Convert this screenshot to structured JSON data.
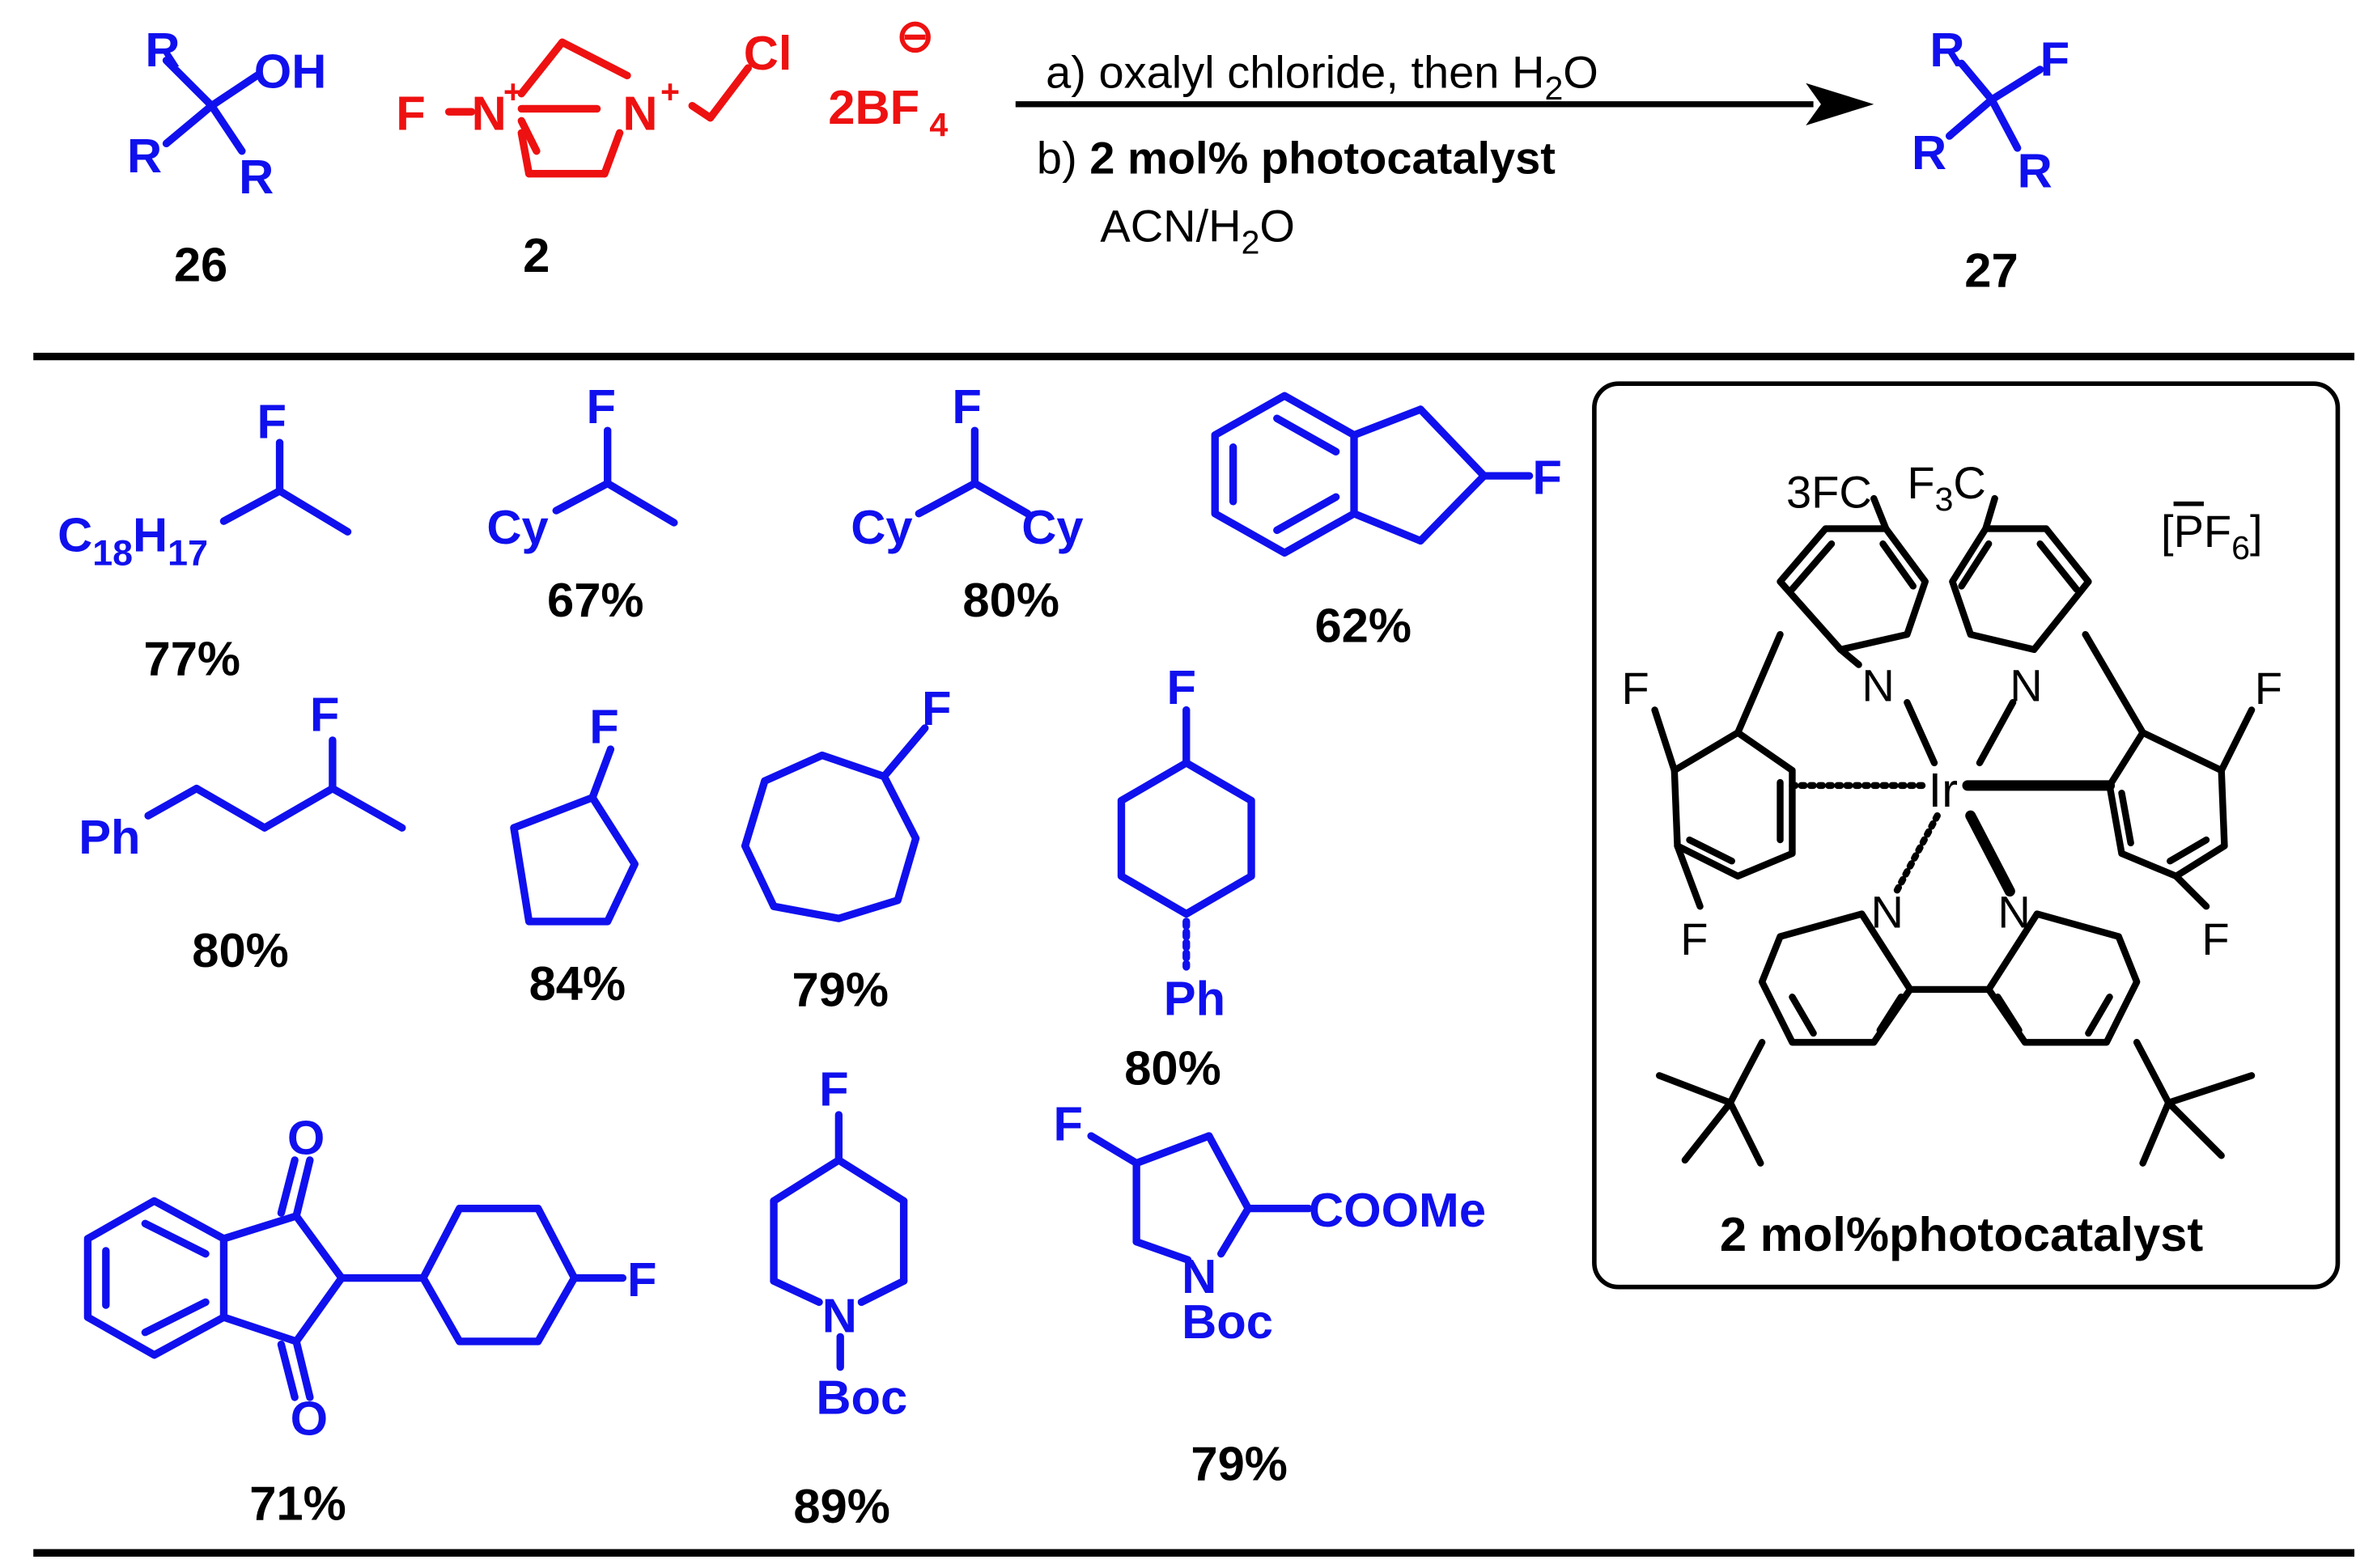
{
  "colors": {
    "substrate": "#1010ee",
    "reagent": "#ee1111",
    "ink": "#000000"
  },
  "reaction": {
    "starting_material": {
      "id": "26",
      "group_r": "R",
      "group_oh": "OH"
    },
    "fluorinating_reagent": {
      "id": "2",
      "f": "F",
      "n": "N",
      "plus": "+",
      "cl": "Cl",
      "counterion": "2BF",
      "counterion_sub": "4",
      "minus": "⊖"
    },
    "conditions": {
      "step_a_prefix": "a) oxalyl chloride, then H",
      "step_a_sub": "2",
      "step_a_suffix": "O",
      "step_b_prefix": "b) ",
      "step_b_bold": "2 mol% photocatalyst",
      "solvent_prefix": "ACN/H",
      "solvent_sub": "2",
      "solvent_suffix": "O"
    },
    "product": {
      "id": "27",
      "group_r": "R",
      "group_f": "F"
    }
  },
  "substrates": [
    {
      "yield": "77%",
      "label_main": "C",
      "label_sub1": "18",
      "label_mid": "H",
      "label_sub2": "17",
      "f": "F"
    },
    {
      "yield": "67%",
      "group": "Cy",
      "f": "F"
    },
    {
      "yield": "80%",
      "group_left": "Cy",
      "group_right": "Cy",
      "f": "F"
    },
    {
      "yield": "62%",
      "f": "F"
    },
    {
      "yield": "80%",
      "group": "Ph",
      "f": "F"
    },
    {
      "yield": "84%",
      "f": "F"
    },
    {
      "yield": "79%",
      "f": "F"
    },
    {
      "yield": "80%",
      "f": "F",
      "group": "Ph"
    },
    {
      "yield": "71%",
      "o": "O",
      "f": "F"
    },
    {
      "yield": "89%",
      "f": "F",
      "n": "N",
      "boc": "Boc"
    },
    {
      "yield": "79%",
      "f": "F",
      "ester": "COOMe",
      "n": "N",
      "boc": "Boc"
    }
  ],
  "catalyst": {
    "caption": "2 mol%photocatalyst",
    "counterion_open": "[",
    "counterion_p": "P",
    "counterion_f": "F",
    "counterion_sub": "6",
    "counterion_close": "]",
    "left_cf3": "3FC",
    "right_cf3_f": "F",
    "right_cf3_sub": "3",
    "right_cf3_c": "C",
    "metal": "Ir",
    "n": "N",
    "f": "F"
  }
}
